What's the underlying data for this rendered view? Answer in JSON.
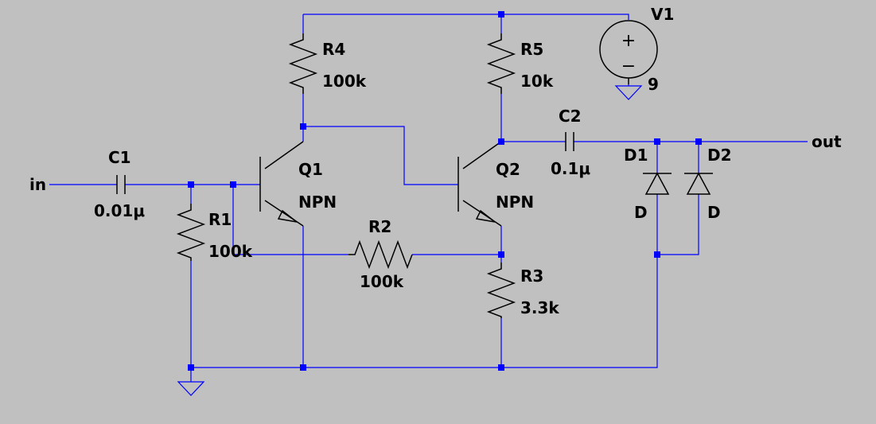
{
  "colors": {
    "background": "#c0c0c0",
    "wire": "#0000ff",
    "component": "#000000",
    "junction": "#0000ff"
  },
  "nets": {
    "input": "in",
    "output": "out"
  },
  "components": {
    "v1": {
      "name": "V1",
      "value": "9",
      "plus": "+",
      "minus": "−"
    },
    "r1": {
      "name": "R1",
      "value": "100k"
    },
    "r2": {
      "name": "R2",
      "value": "100k"
    },
    "r3": {
      "name": "R3",
      "value": "3.3k"
    },
    "r4": {
      "name": "R4",
      "value": "100k"
    },
    "r5": {
      "name": "R5",
      "value": "10k"
    },
    "c1": {
      "name": "C1",
      "value": "0.01μ"
    },
    "c2": {
      "name": "C2",
      "value": "0.1μ"
    },
    "q1": {
      "name": "Q1",
      "type": "NPN"
    },
    "q2": {
      "name": "Q2",
      "type": "NPN"
    },
    "d1": {
      "name": "D1",
      "model": "D"
    },
    "d2": {
      "name": "D2",
      "model": "D"
    }
  },
  "icons": [
    "ground-icon",
    "voltage-source-icon",
    "resistor-icon",
    "capacitor-icon",
    "npn-transistor-icon",
    "diode-icon"
  ]
}
